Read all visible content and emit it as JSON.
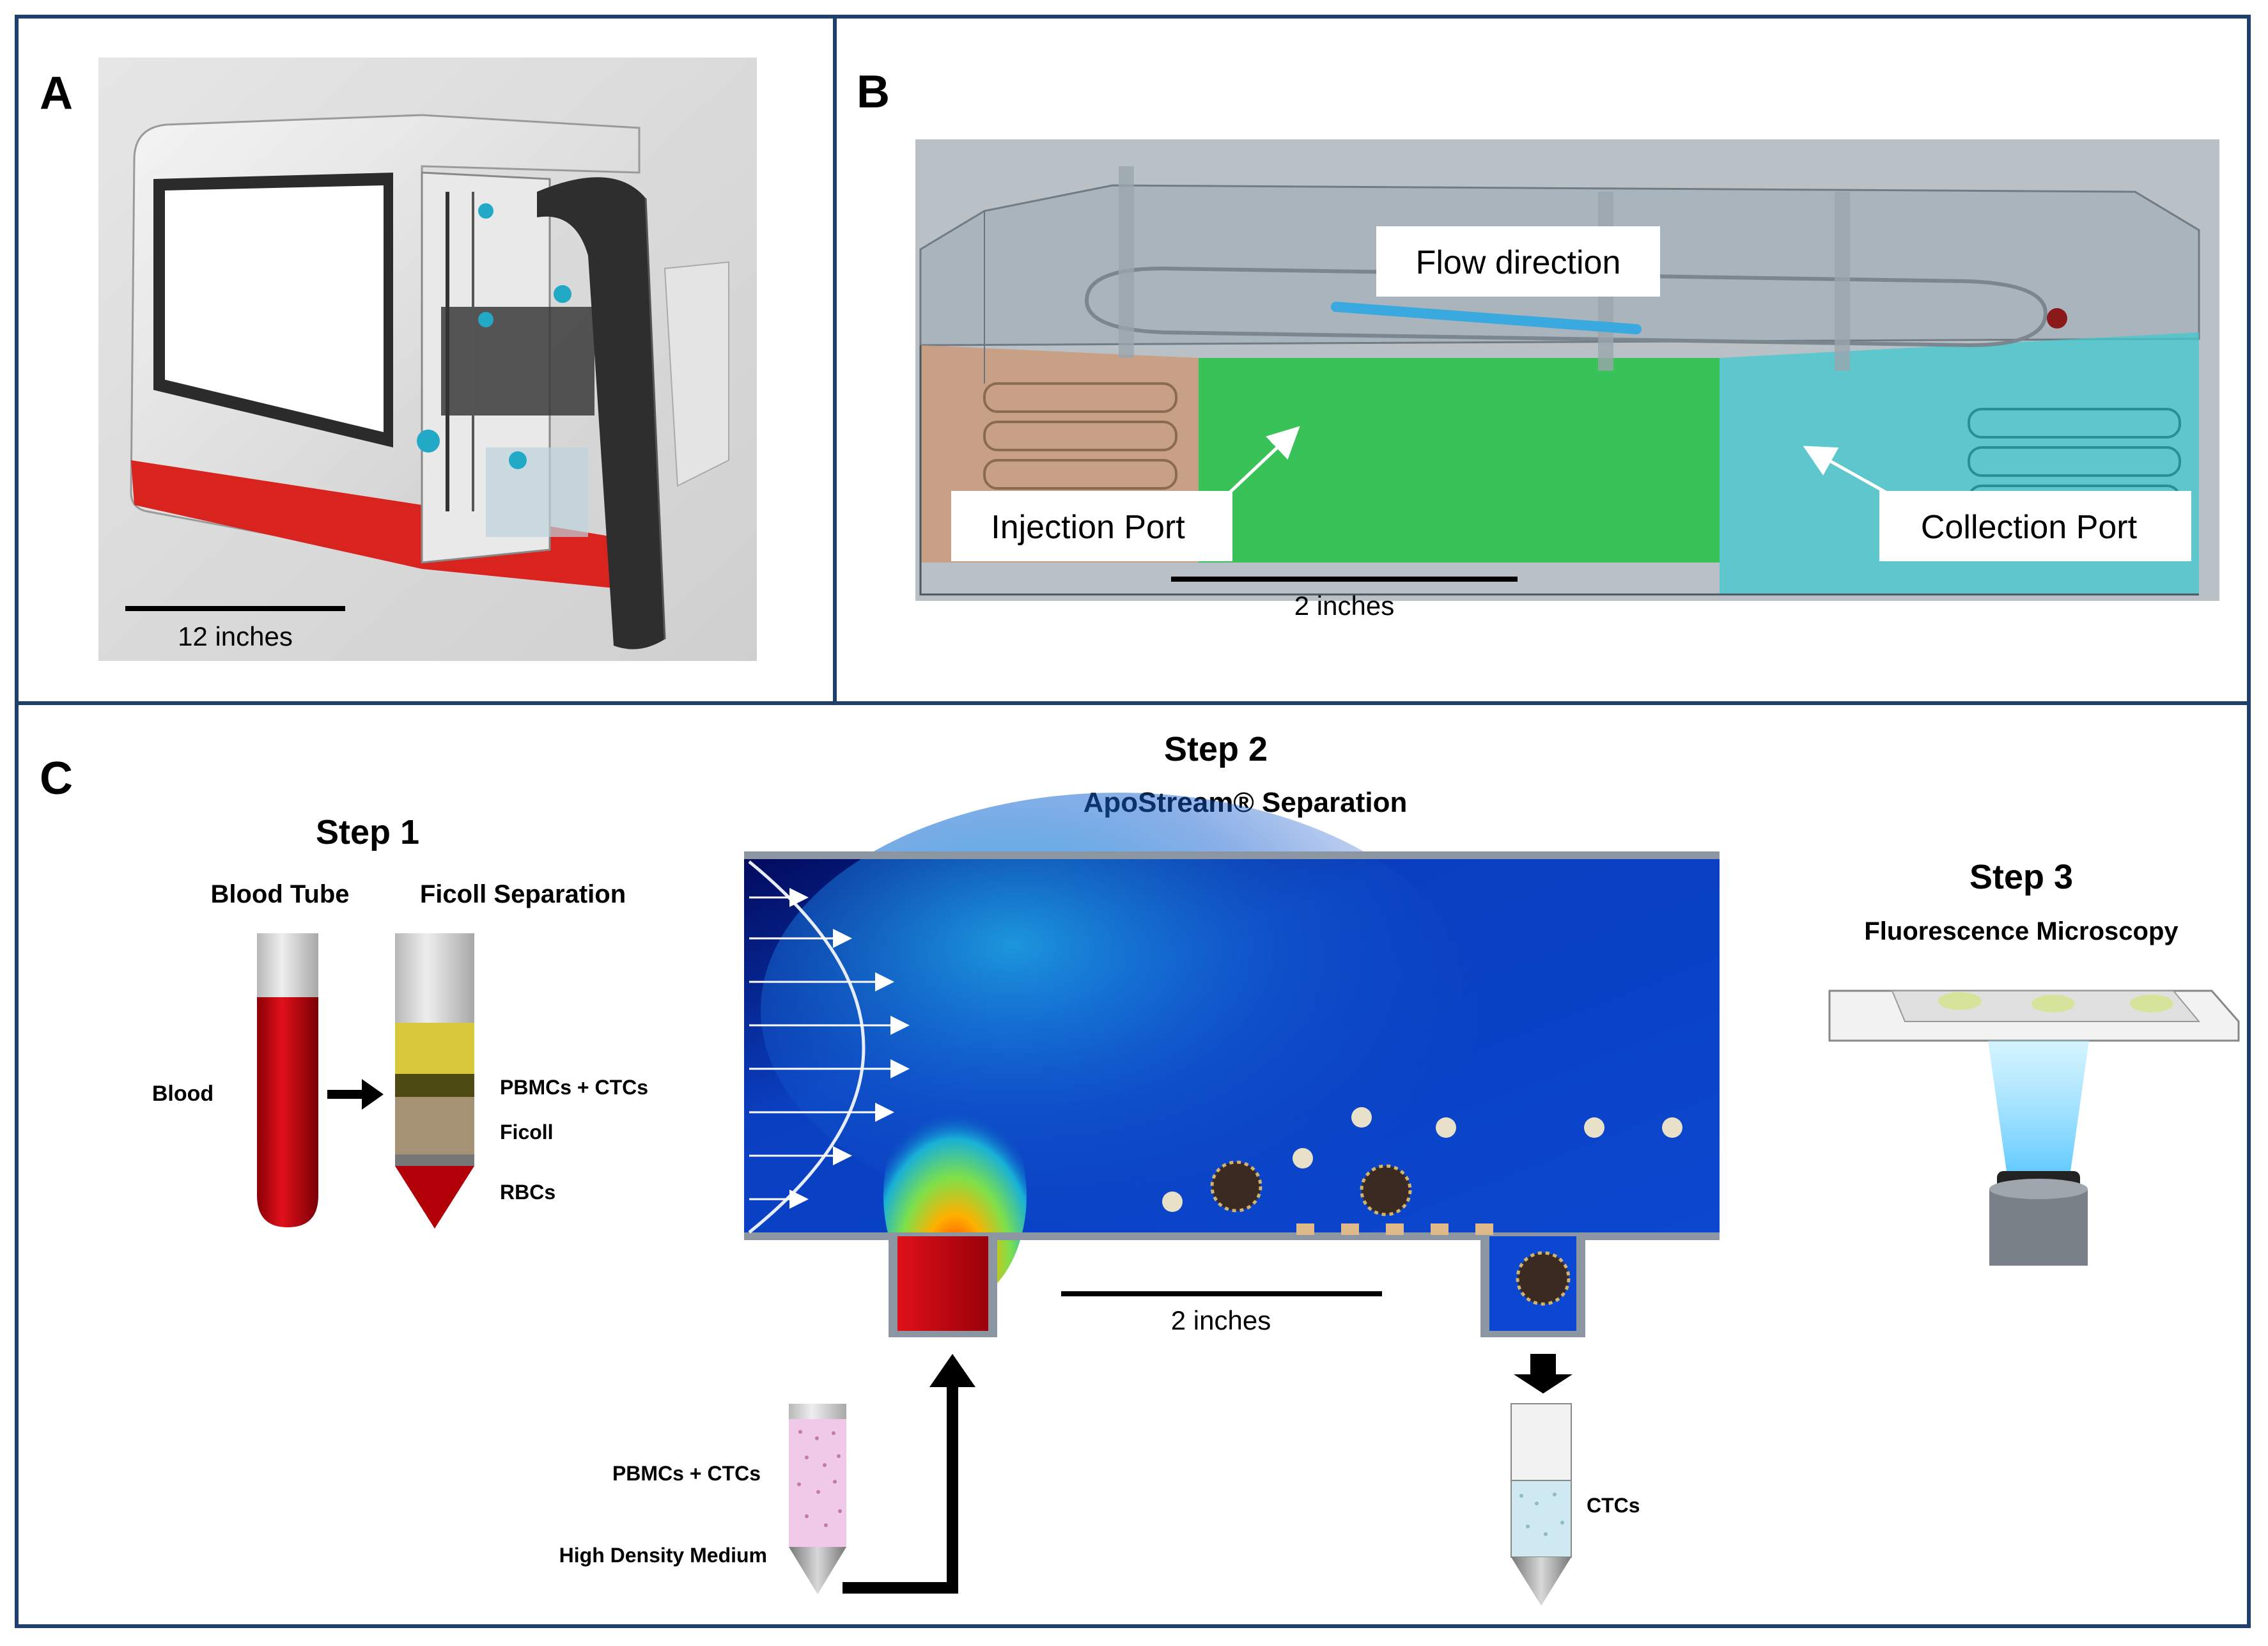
{
  "panels": {
    "a": {
      "letter": "A",
      "scale_label": "12 inches"
    },
    "b": {
      "letter": "B",
      "flow_label": "Flow direction",
      "injection_label": "Injection Port",
      "collection_label": "Collection Port",
      "scale_label": "2 inches"
    },
    "c": {
      "letter": "C",
      "step1": {
        "title": "Step 1",
        "blood_tube_label": "Blood Tube",
        "ficoll_label": "Ficoll Separation",
        "blood_label": "Blood",
        "pbmcs_label": "PBMCs + CTCs",
        "ficoll_layer_label": "Ficoll",
        "rbcs_label": "RBCs"
      },
      "step2": {
        "title": "Step 2",
        "subtitle": "ApoStream® Separation",
        "scale_label": "2 inches",
        "input_label": "PBMCs + CTCs",
        "medium_label": "High Density Medium",
        "output_label": "CTCs"
      },
      "step3": {
        "title": "Step 3",
        "subtitle": "Fluorescence Microscopy"
      }
    }
  },
  "colors": {
    "frame": "#1f3f6e",
    "channel_blue": "#0a3fc0",
    "blood_red": "#c8000a",
    "green_zone": "#22c244",
    "cyan_zone": "#3fc9cf",
    "flow_arrow": "#3aa9e0"
  }
}
